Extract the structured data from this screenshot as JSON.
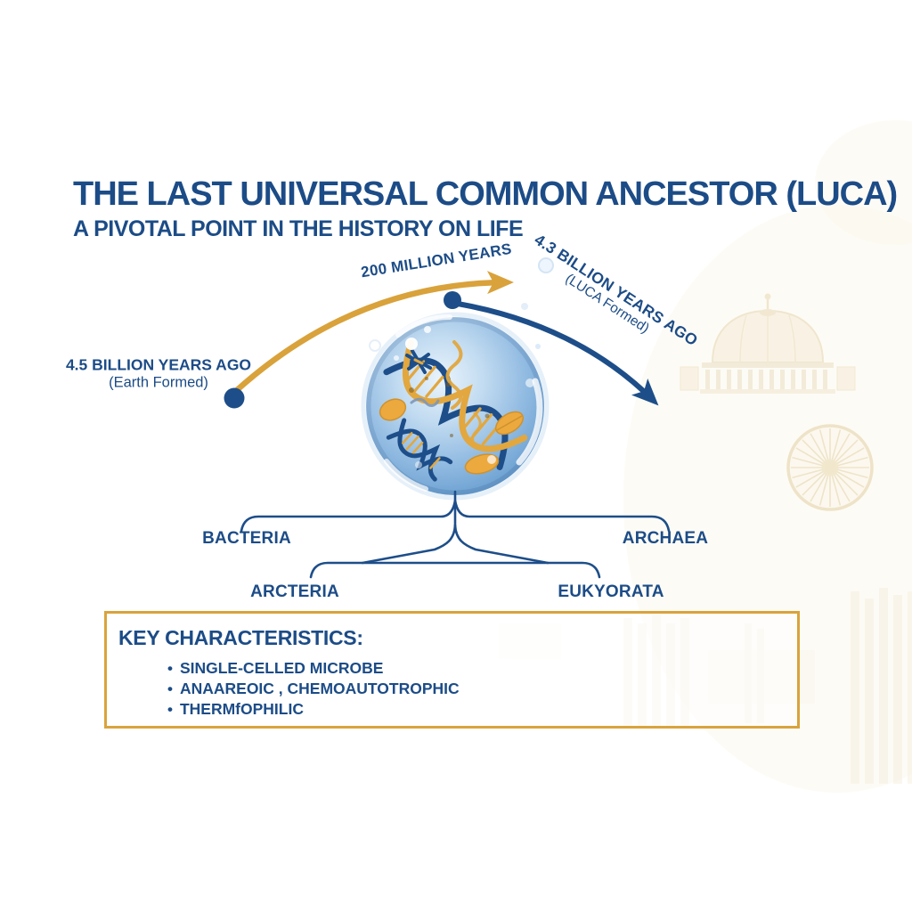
{
  "title": "THE LAST UNIVERSAL COMMON ANCESTOR (LUCA)",
  "subtitle": "A PIVOTAL POINT IN THE HISTORY ON LIFE",
  "timeline": {
    "duration_label": "200 MILLION YEARS",
    "start_label": "4.5 BILLION YEARS AGO",
    "start_sublabel": "(Earth Formed)",
    "end_label": "4.3 BILLION YEARS AGO",
    "end_sublabel": "(LUCA Formed)"
  },
  "tree": {
    "outer": [
      "BACTERIA",
      "ARCHAEA"
    ],
    "inner": [
      "ARCTERIA",
      "EUKYORATA"
    ]
  },
  "key_characteristics": {
    "heading": "KEY CHARACTERISTICS:",
    "bullet_char": "•",
    "items": [
      "SINGLE-CELLED MICROBE",
      "ANAAREOIC , CHEMOAUTOTROPHIC",
      "THERMfOPHILIC"
    ]
  },
  "colors": {
    "navy": "#1c4c87",
    "gold": "#d9a23b",
    "cell_blue": "#7fb0da",
    "watermark_cream": "#f3e9d2"
  },
  "icons": {
    "cell": "luca-cell-illustration",
    "dna": "dna-helix-icon",
    "wheel": "chakra-wheel-watermark",
    "dome": "dome-building-watermark",
    "city": "city-silhouette-watermark"
  }
}
